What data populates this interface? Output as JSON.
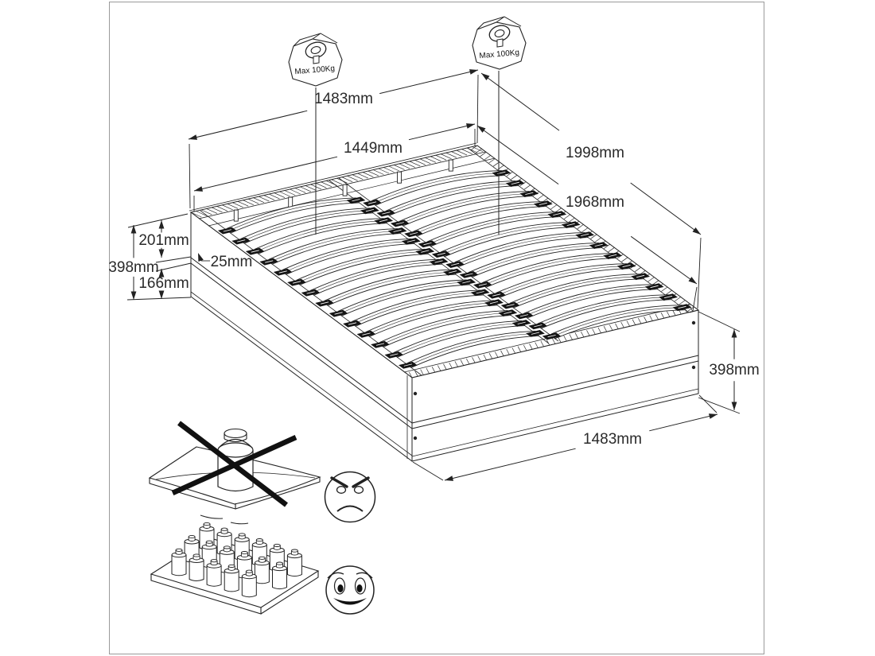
{
  "diagram": {
    "dimensions": {
      "width_outer_top": "1483mm",
      "width_inner": "1449mm",
      "length_outer": "1998mm",
      "length_inner": "1968mm",
      "frame_height": "201mm",
      "clearance_gap": "25mm",
      "total_height_left": "398mm",
      "drawer_height": "166mm",
      "total_height_right": "398mm",
      "width_outer_bottom": "1483mm"
    },
    "weights": [
      {
        "label": "Max 100Kg"
      },
      {
        "label": "Max 100Kg"
      }
    ],
    "icons": {
      "incorrect_usage": "single-point-load-crossed-out",
      "incorrect_face": "angry-face",
      "correct_usage": "distributed-load-weights",
      "correct_face": "happy-face"
    },
    "colors": {
      "line": "#222222",
      "text": "#2a2a2a",
      "border": "#9a9a9a",
      "holder": "#151515",
      "background": "#ffffff"
    }
  }
}
